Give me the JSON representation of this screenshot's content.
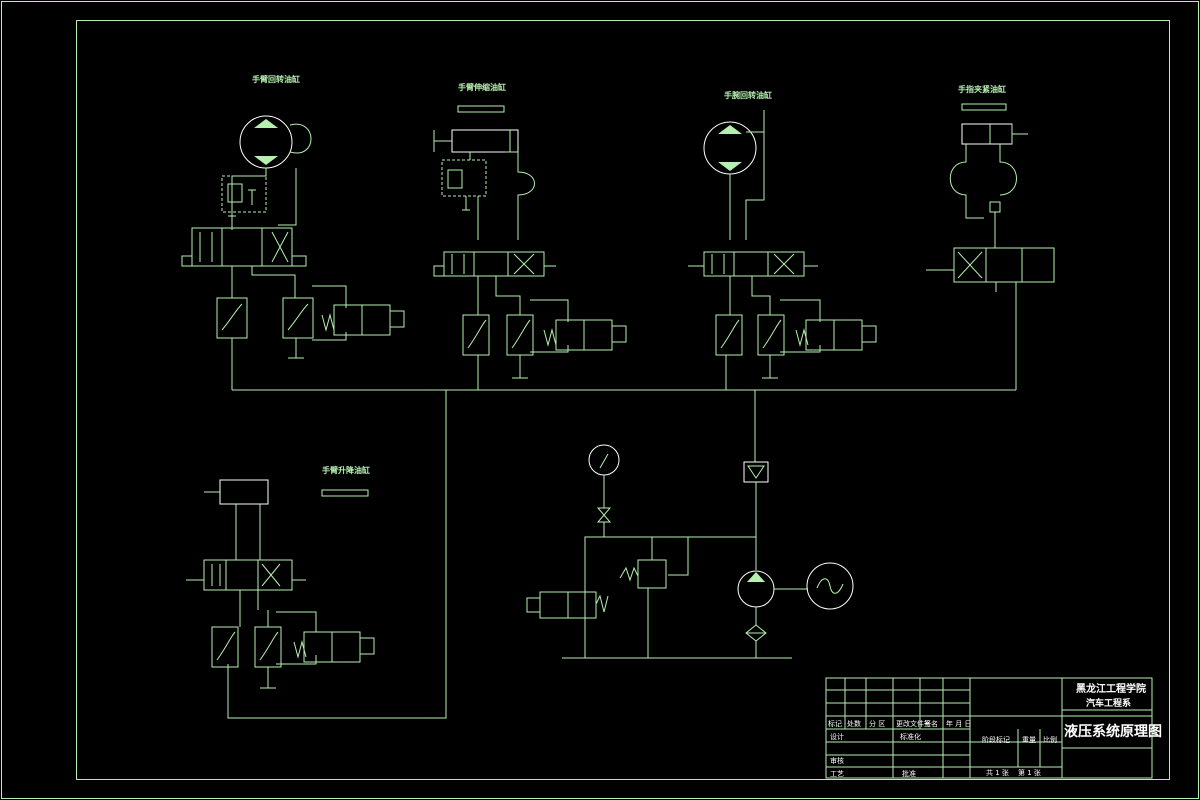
{
  "labels": {
    "arm_rotate_motor": "手臂回转油缸",
    "arm_extend_cyl": "手臂伸缩油缸",
    "wrist_rotate_motor": "手腕回转油缸",
    "gripper_cyl": "手指夹紧油缸",
    "arm_lift_cyl": "手臂升降油缸"
  },
  "title_block": {
    "school": "黑龙江工程学院",
    "dept": "汽车工程系",
    "drawing_title": "液压系统原理图",
    "row_mark": [
      "标记",
      "处数",
      "分 区",
      "更改文件号",
      "签名",
      "年 月 日"
    ],
    "design": "设计",
    "standard": "标准化",
    "review": "审核",
    "process": "工艺",
    "approve": "批准",
    "stage_mark": "阶段标记",
    "weight": "重量",
    "scale": "比例",
    "sheets": "共 1 张",
    "sheet_no": "第 1 张"
  },
  "colors": {
    "background": "#000000",
    "line": "#b6f0b0",
    "border": "#ffffff"
  }
}
